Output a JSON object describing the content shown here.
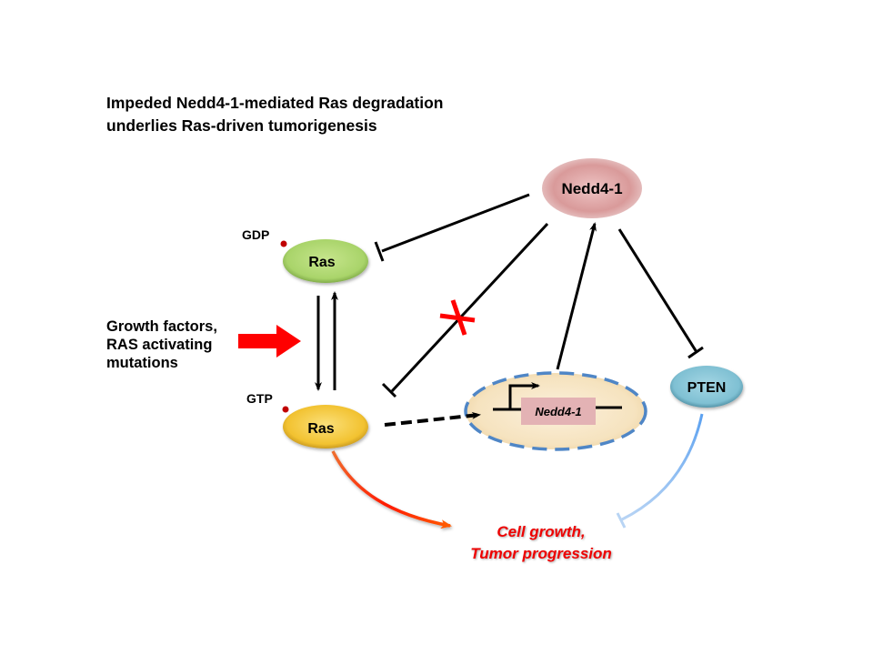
{
  "title": {
    "line1": "Impeded Nedd4-1-mediated Ras degradation",
    "line2": "underlies Ras-driven tumorigenesis"
  },
  "nodes": {
    "ras_gdp": {
      "label": "Ras",
      "state": "GDP",
      "color": "#a9d46a"
    },
    "ras_gtp": {
      "label": "Ras",
      "state": "GTP",
      "color": "#f4c430"
    },
    "nedd4_protein": {
      "label": "Nedd4-1",
      "color": "#d99a9a"
    },
    "pten": {
      "label": "PTEN",
      "color": "#7fc0d3"
    },
    "nucleus_gene": {
      "label": "Nedd4-1",
      "color": "#e3b2b4"
    }
  },
  "stimulus": {
    "line1": "Growth factors,",
    "line2": "RAS activating",
    "line3": "mutations",
    "arrow_color": "#ff0000"
  },
  "outcome": {
    "line1": "Cell growth,",
    "line2": "Tumor progression",
    "color": "#ee0000"
  },
  "edges": [
    {
      "from": "Nedd4-1",
      "to": "Ras (GDP)",
      "type": "inhibition"
    },
    {
      "from": "Nedd4-1",
      "to": "Ras (GTP)",
      "type": "inhibition",
      "blocked": true
    },
    {
      "from": "Nedd4-1",
      "to": "PTEN",
      "type": "inhibition"
    },
    {
      "from": "Nedd4-1 gene",
      "to": "Nedd4-1",
      "type": "activation"
    },
    {
      "from": "Ras (GTP)",
      "to": "Nedd4-1 gene",
      "type": "activation-dashed"
    },
    {
      "from": "Ras (GDP)",
      "to": "Ras (GTP)",
      "type": "conversion"
    },
    {
      "from": "Ras (GTP)",
      "to": "Ras (GDP)",
      "type": "conversion"
    },
    {
      "from": "Ras (GTP)",
      "to": "Cell growth, Tumor progression",
      "type": "activation"
    },
    {
      "from": "PTEN",
      "to": "Cell growth, Tumor progression",
      "type": "inhibition"
    }
  ]
}
